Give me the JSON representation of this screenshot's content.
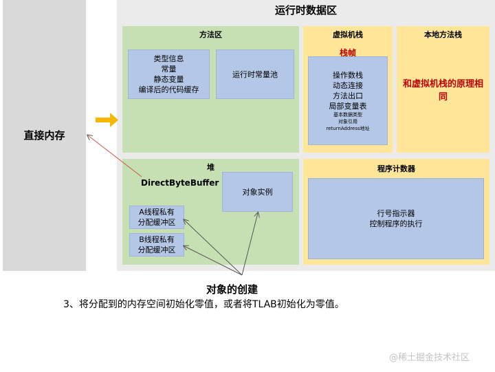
{
  "direct_memory": {
    "label": "直接内存"
  },
  "runtime_area": {
    "title": "运行时数据区",
    "method_area": {
      "title": "方法区",
      "class_info": [
        "类型信息",
        "常量",
        "静态变量",
        "编译后的代码缓存"
      ],
      "runtime_constant_pool": "运行时常量池"
    },
    "vm_stack": {
      "title": "虚拟机栈",
      "frame_title": "栈帧",
      "frame_items": [
        "操作数栈",
        "动态连接",
        "方法出口",
        "局部变量表"
      ],
      "frame_sub_items": [
        "基本数据类型",
        "对象引用",
        "returnAddress地址"
      ]
    },
    "native_stack": {
      "title": "本地方法栈",
      "note": "和虚拟机栈的原理相同"
    },
    "heap": {
      "title": "堆",
      "direct_byte_buffer": "DirectByteBuffer",
      "object_instance": "对象实例",
      "tlab_a": "A线程私有分配缓冲区",
      "tlab_b": "B线程私有分配缓冲区"
    },
    "pc_register": {
      "title": "程序计数器",
      "items": [
        "行号指示器",
        "控制程序的执行"
      ]
    }
  },
  "caption": {
    "title": "对象的创建",
    "body": "3、将分配到的内存空间初始化零值，或者将TLAB初始化为零值。"
  },
  "watermark": "@稀土掘金技术社区",
  "colors": {
    "green": "#c6e0b4",
    "yellow": "#ffe699",
    "blue": "#b4c7e7",
    "arrow": "#f5b800",
    "red_text": "#c00000"
  }
}
